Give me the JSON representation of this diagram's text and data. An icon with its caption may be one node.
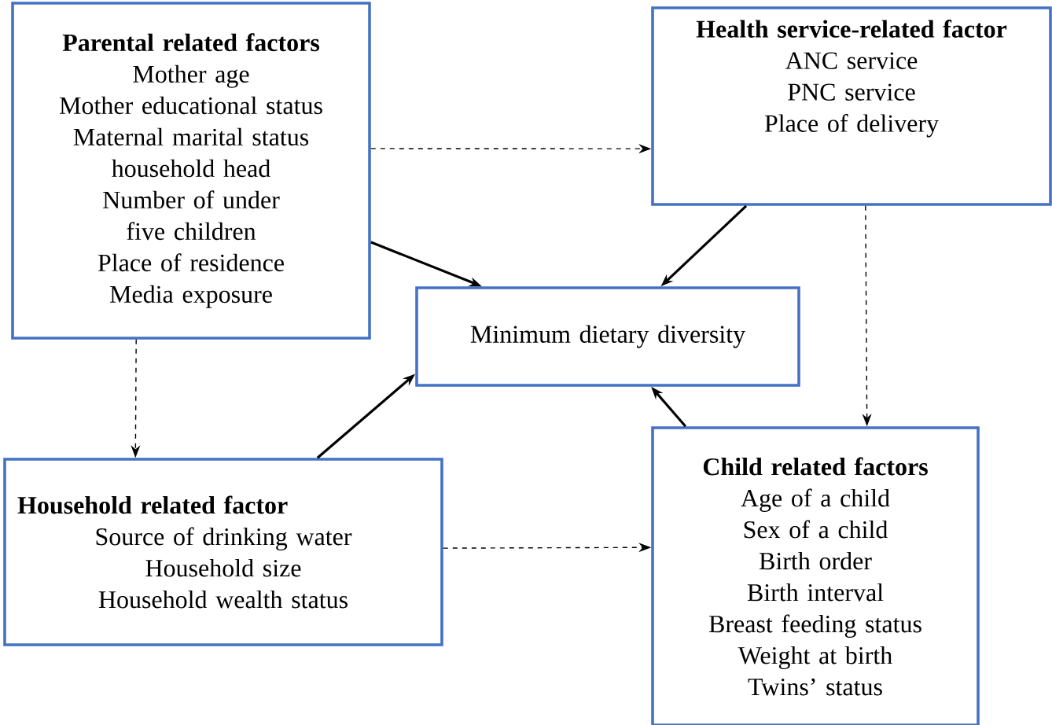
{
  "diagram": {
    "nodes": [
      {
        "text": [
          "Parental related factors",
          "Mother age",
          "Mother educational status",
          "Maternal marital status",
          "household head",
          "Number of under five children",
          "Place of residence",
          "Media exposure"
        ]
      },
      {
        "text": [
          "Health service-related factor",
          "ANC service",
          "PNC service",
          "Place of delivery"
        ]
      },
      {
        "text": [
          "Minimum dietary diversity"
        ]
      },
      {
        "text": [
          "Household related factor",
          "Source of drinking water",
          "Household size",
          "Household wealth status"
        ]
      },
      {
        "text": [
          "Child related factors",
          "Age of a child",
          "Sex of a child",
          "Birth order",
          "Birth interval",
          "Breast feeding status",
          "Weight at birth",
          "Twins’ status"
        ]
      }
    ],
    "edges": [
      {
        "from": 0,
        "to": 1,
        "arrow": "to",
        "style": "dashed"
      },
      {
        "from": 0,
        "to": 2,
        "arrow": "to"
      },
      {
        "from": 1,
        "to": 2,
        "arrow": "to"
      },
      {
        "from": 0,
        "to": 3,
        "arrow": "to",
        "style": "dashed"
      },
      {
        "from": 3,
        "to": 2,
        "arrow": "to"
      },
      {
        "from": 4,
        "to": 2,
        "arrow": "to"
      },
      {
        "from": 1,
        "to": 4,
        "arrow": "to",
        "style": "dashed"
      },
      {
        "from": 3,
        "to": 4,
        "arrow": "to",
        "style": "dashed"
      }
    ]
  }
}
